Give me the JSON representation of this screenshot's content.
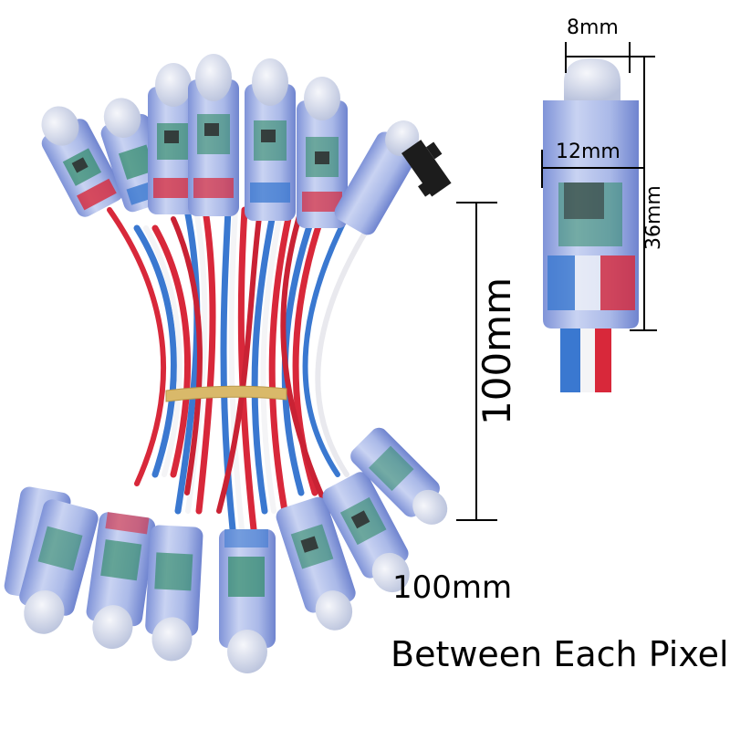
{
  "image": {
    "kind": "product-photo-with-dimensions",
    "subject": "LED pixel string (bundled RGB pixel modules on red/white/blue wires)",
    "background": "#ffffff"
  },
  "annotations": {
    "lens_diameter": "8mm",
    "body_diameter": "12mm",
    "pixel_length": "36mm",
    "vertical_wire_length": "100mm",
    "spacing_value": "100mm",
    "spacing_caption": "Between Each Pixel"
  },
  "colors": {
    "wire_red": "#d8283a",
    "wire_white": "#f4f4f6",
    "wire_blue": "#3a78d0",
    "housing": "#a9b8e6",
    "lens": "#dfe3ee",
    "pcb_green": "#2e8a66",
    "rubber_band": "#d9b96a",
    "connector": "#1c1c1c",
    "dimension_line": "#000000"
  }
}
